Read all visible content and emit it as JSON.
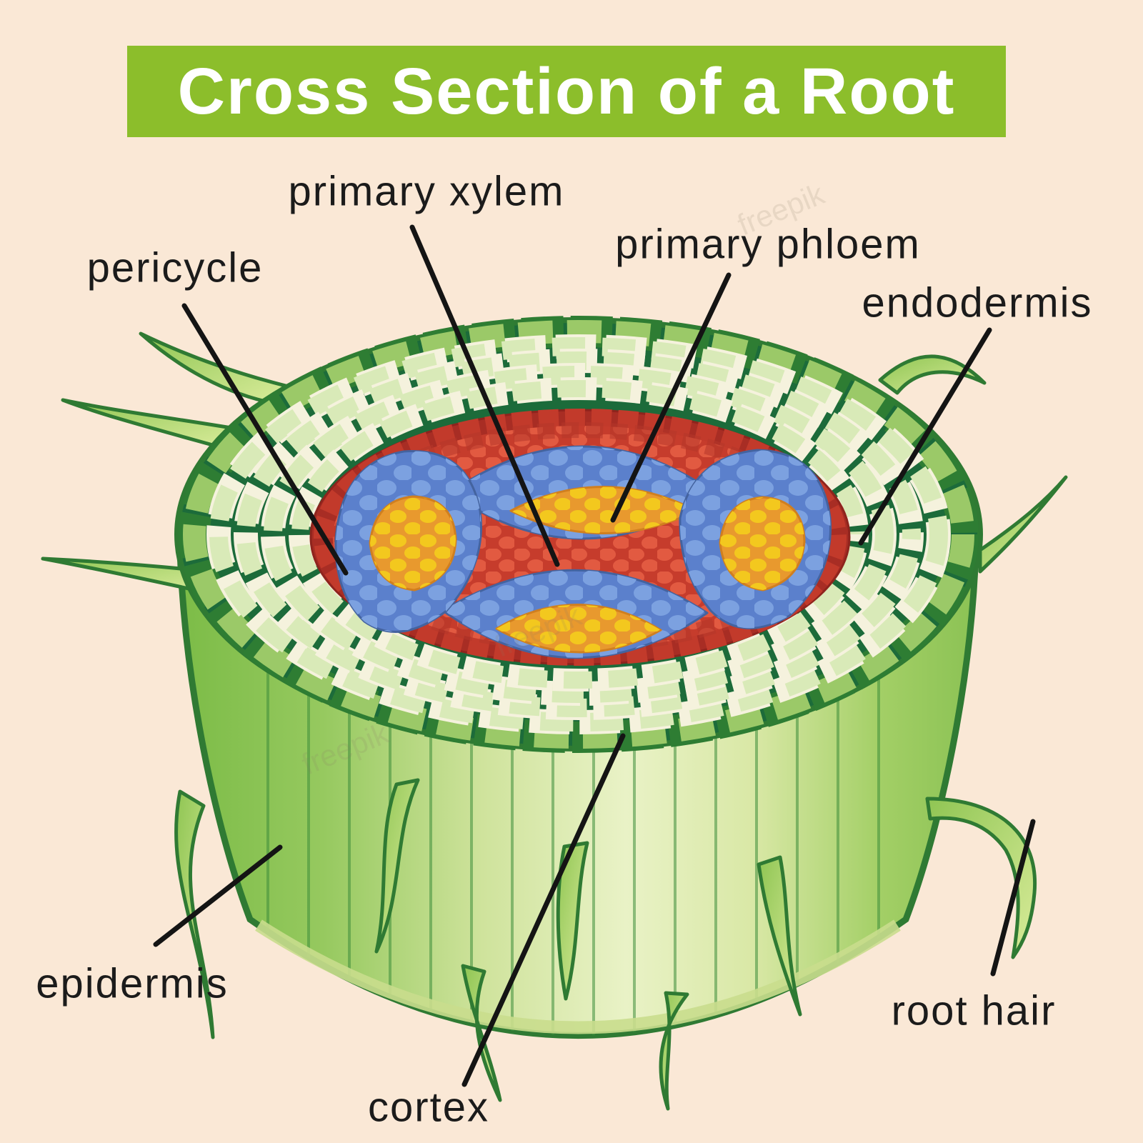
{
  "title": "Cross Section of a Root",
  "watermark": "freepik",
  "labels": {
    "pericycle": "pericycle",
    "primary_xylem": "primary xylem",
    "primary_phloem": "primary phloem",
    "endodermis": "endodermis",
    "epidermis": "epidermis",
    "cortex": "cortex",
    "root_hair": "root hair"
  },
  "colors": {
    "background": "#fae8d6",
    "banner_green": "#8cbe2b",
    "title_text": "#ffffff",
    "label_text": "#1b1b1b",
    "leader_line": "#141414",
    "face_background_green": "#1c6b3a",
    "epidermis_cell_green": "#9bc968",
    "cortex_cell_pale_green": "#d9eab8",
    "cortex_cell_outline": "#f5f2dd",
    "stele_dark_red": "#a82d24",
    "stele_cell_red": "#e25a41",
    "phloem_blue_bg": "#5b80cc",
    "phloem_cell_blue": "#7ca1e0",
    "xylem_orange_bg": "#e8992e",
    "xylem_cell_yellow": "#f3c81e",
    "wall_green": "#8cc653",
    "wall_highlight": "#e9f2c6",
    "outline_dark_green": "#2f7a33"
  }
}
